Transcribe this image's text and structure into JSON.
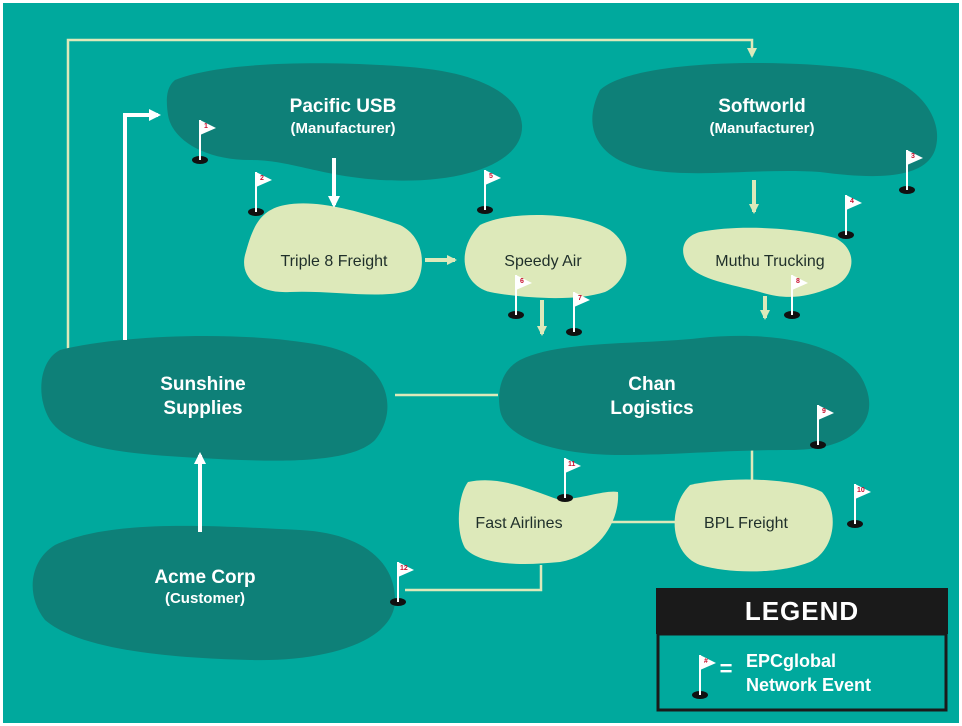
{
  "colors": {
    "background": "#00a99d",
    "dark_blob": "#0e8078",
    "light_blob": "#dde9ba",
    "connector": "#dde9ba",
    "arrow_white": "#ffffff",
    "legend_dark": "#1a1a1a",
    "flag_red": "#c8102e"
  },
  "nodes": {
    "pacific_usb": {
      "name": "Pacific USB",
      "role": "(Manufacturer)"
    },
    "softworld": {
      "name": "Softworld",
      "role": "(Manufacturer)"
    },
    "triple8": {
      "name": "Triple 8 Freight"
    },
    "speedy_air": {
      "name": "Speedy Air"
    },
    "muthu": {
      "name": "Muthu Trucking"
    },
    "sunshine": {
      "line1": "Sunshine",
      "line2": "Supplies"
    },
    "chan": {
      "line1": "Chan",
      "line2": "Logistics"
    },
    "fast_airlines": {
      "name": "Fast Airlines"
    },
    "bpl": {
      "name": "BPL Freight"
    },
    "acme": {
      "name": "Acme Corp",
      "role": "(Customer)"
    }
  },
  "flags": [
    "1",
    "2",
    "3",
    "4",
    "5",
    "6",
    "7",
    "8",
    "9",
    "10",
    "11",
    "12"
  ],
  "legend": {
    "title": "LEGEND",
    "flag_symbol": "#",
    "equals": "=",
    "line1": "EPCglobal",
    "line2": "Network Event"
  }
}
